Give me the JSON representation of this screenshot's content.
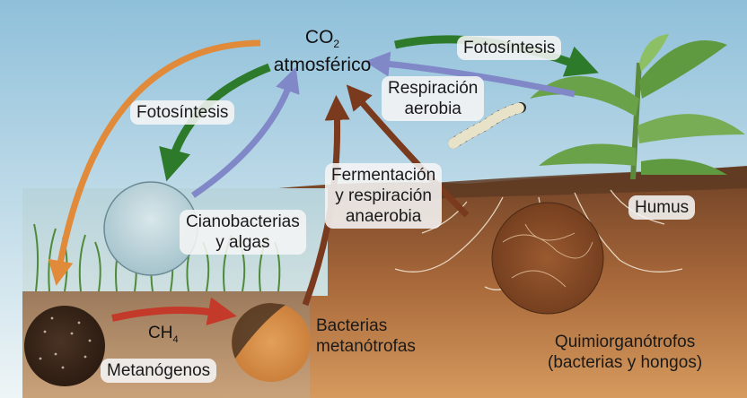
{
  "labels": {
    "co2": "CO",
    "co2_sub": "2",
    "co2_line2": "atmosférico",
    "fotosintesis_left": "Fotosíntesis",
    "fotosintesis_right": "Fotosíntesis",
    "respiracion_aerobia_line1": "Respiración",
    "respiracion_aerobia_line2": "aerobia",
    "fermentacion_line1": "Fermentación",
    "fermentacion_line2": "y respiración",
    "fermentacion_line3": "anaerobia",
    "cianobacterias_line1": "Cianobacterias",
    "cianobacterias_line2": "y algas",
    "humus": "Humus",
    "ch4": "CH",
    "ch4_sub": "4",
    "metanogenos": "Metanógenos",
    "metanotrofas_line1": "Bacterias",
    "metanotrofas_line2": "metanótrofas",
    "quimio_line1": "Quimiorganótrofos",
    "quimio_line2": "(bacterias y hongos)"
  },
  "colors": {
    "sky_top": "#9fc9de",
    "sky_bottom": "#eef5f6",
    "water": "#a9c9d4",
    "soil_dark": "#7b4a2a",
    "soil_light": "#c8884f",
    "sediment": "#8b6a4f",
    "arrow_green": "#2d7a2a",
    "arrow_orange": "#e08a3a",
    "arrow_blue": "#8088c8",
    "arrow_brown": "#7a3a1e",
    "arrow_red": "#c43a2a"
  }
}
